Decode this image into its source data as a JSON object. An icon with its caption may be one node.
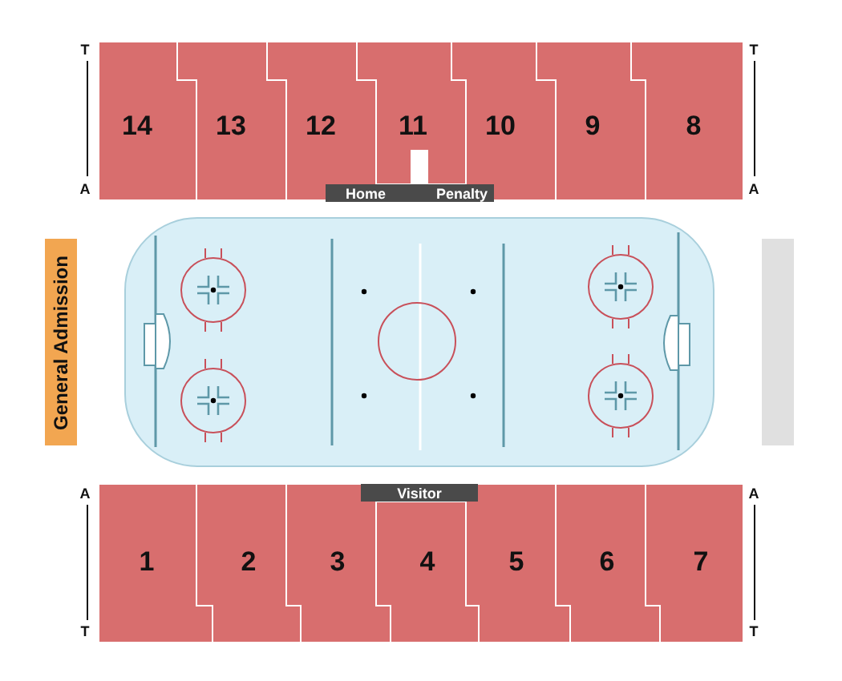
{
  "diagram": {
    "nodes": [
      {
        "text": [
          "14"
        ]
      },
      {
        "text": [
          "13"
        ]
      },
      {
        "text": [
          "12"
        ]
      },
      {
        "text": [
          "11"
        ]
      },
      {
        "text": [
          "10"
        ]
      },
      {
        "text": [
          "9"
        ]
      },
      {
        "text": [
          "8"
        ]
      },
      {
        "text": [
          "Home",
          "Penalty"
        ]
      },
      {
        "text": [
          "General Admission"
        ]
      },
      {
        "text": [],
        "shape": "box"
      },
      {
        "text": [
          "Visitor"
        ]
      },
      {
        "text": [
          "1"
        ]
      },
      {
        "text": [
          "2"
        ]
      },
      {
        "text": [
          "3"
        ]
      },
      {
        "text": [
          "4"
        ]
      },
      {
        "text": [
          "5"
        ]
      },
      {
        "text": [
          "6"
        ]
      },
      {
        "text": [
          "7"
        ]
      }
    ],
    "edges": [],
    "labels": [
      "T",
      "T",
      "A",
      "A",
      "A",
      "A",
      "T",
      "T"
    ]
  }
}
